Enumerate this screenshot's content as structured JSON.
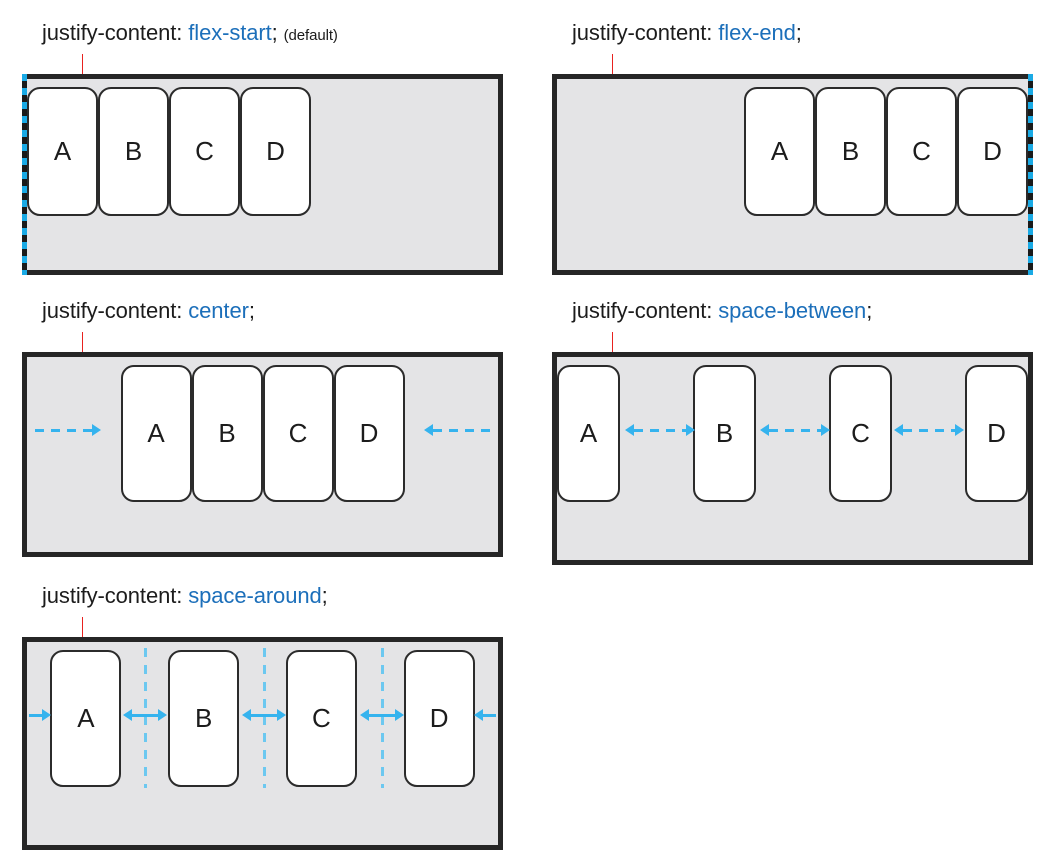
{
  "page": {
    "title": "CSS justify-content values diagram",
    "colors": {
      "accent_blue_text": "#1c6fba",
      "cyan_arrow": "#35b3ee",
      "cyan_marker": "#1aaae5",
      "red_tick": "#e8221f",
      "container_fill": "#e4e4e6",
      "container_border": "#262626",
      "item_fill": "#ffffff",
      "item_border": "#2b2b2b",
      "text": "#1c1c1c"
    },
    "property_name": "justify-content:",
    "item_labels": [
      "A",
      "B",
      "C",
      "D"
    ]
  },
  "panels": [
    {
      "id": "flex-start",
      "property": "justify-content:",
      "value": "flex-start",
      "semicolon": ";",
      "note": "(default)",
      "alignment": "flex-start",
      "items": [
        "A",
        "B",
        "C",
        "D"
      ],
      "markers": [
        "left-edge-dashed"
      ],
      "arrows": []
    },
    {
      "id": "flex-end",
      "property": "justify-content:",
      "value": "flex-end",
      "semicolon": ";",
      "note": "",
      "alignment": "flex-end",
      "items": [
        "A",
        "B",
        "C",
        "D"
      ],
      "markers": [
        "right-edge-dashed"
      ],
      "arrows": []
    },
    {
      "id": "center",
      "property": "justify-content:",
      "value": "center",
      "semicolon": ";",
      "note": "",
      "alignment": "center",
      "items": [
        "A",
        "B",
        "C",
        "D"
      ],
      "markers": [],
      "arrows": [
        "left-inward",
        "right-inward"
      ]
    },
    {
      "id": "space-between",
      "property": "justify-content:",
      "value": "space-between",
      "semicolon": ";",
      "note": "",
      "alignment": "space-between",
      "items": [
        "A",
        "B",
        "C",
        "D"
      ],
      "markers": [],
      "arrows": [
        "gap-ab",
        "gap-bc",
        "gap-cd"
      ]
    },
    {
      "id": "space-around",
      "property": "justify-content:",
      "value": "space-around",
      "semicolon": ";",
      "note": "",
      "alignment": "space-around",
      "items": [
        "A",
        "B",
        "C",
        "D"
      ],
      "markers": [
        "divider-1",
        "divider-2",
        "divider-3"
      ],
      "arrows": [
        "edge-left",
        "half-a-right",
        "half-b-left",
        "half-b-right",
        "half-c-left",
        "half-c-right",
        "edge-right"
      ]
    }
  ]
}
